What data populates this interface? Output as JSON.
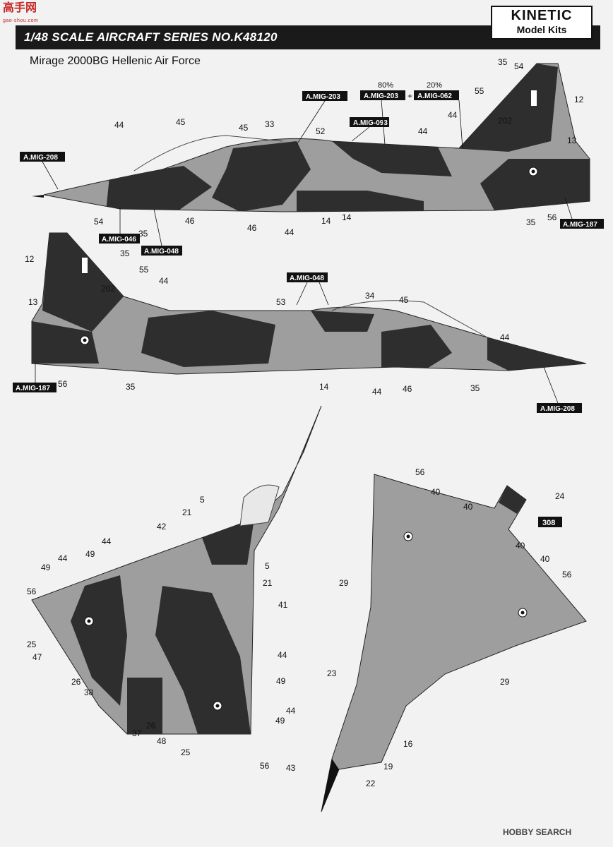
{
  "watermark": {
    "text": "高手网",
    "sub": "gao-shou.com"
  },
  "header": {
    "series": "1/48 SCALE AIRCRAFT SERIES NO.K48120",
    "brand": "KINETIC",
    "brand_sub": "Model Kits"
  },
  "subtitle": "Mirage 2000BG Hellenic Air Force",
  "colors": {
    "dark": "#2b2b2b",
    "medium": "#7d7d7d",
    "light": "#a6a6a6",
    "band": "#1a1a1a"
  },
  "side1": {
    "tags": {
      "t203a": "A.MIG-203",
      "t203b": "A.MIG-203",
      "t062": "A.MIG-062",
      "t093": "A.MIG-093",
      "t208": "A.MIG-208",
      "t046": "A.MIG-046",
      "t048": "A.MIG-048",
      "t187": "A.MIG-187"
    },
    "pct80": "80%",
    "pct20": "20%",
    "plus": "+",
    "code": "202",
    "nums": {
      "n35a": "35",
      "n54": "54",
      "n55": "55",
      "n12": "12",
      "n44a": "44",
      "n44b": "44",
      "n13": "13",
      "n44c": "44",
      "n45a": "45",
      "n45b": "45",
      "n33": "33",
      "n52": "52",
      "n56": "56",
      "n35b": "35",
      "n46a": "46",
      "n46b": "46",
      "n44d": "44",
      "n14a": "14",
      "n14b": "14",
      "n35c": "35"
    }
  },
  "side2": {
    "tags": {
      "t048": "A.MIG-048",
      "t187": "A.MIG-187",
      "t208": "A.MIG-208"
    },
    "code": "202",
    "nums": {
      "n54": "54",
      "n12": "12",
      "n35a": "35",
      "n55": "55",
      "n44a": "44",
      "n13": "13",
      "n53": "53",
      "n34": "34",
      "n45": "45",
      "n44b": "44",
      "n56": "56",
      "n35b": "35",
      "n14": "14",
      "n44c": "44",
      "n46": "46",
      "n35c": "35"
    }
  },
  "top_view": {
    "nums": {
      "n5a": "5",
      "n21a": "21",
      "n42": "42",
      "n44a": "44",
      "n49a": "49",
      "n44b": "44",
      "n49b": "49",
      "n56a": "56",
      "n5b": "5",
      "n21b": "21",
      "n41": "41",
      "n25a": "25",
      "n47": "47",
      "n44c": "44",
      "n26a": "26",
      "n38": "38",
      "n49c": "49",
      "n44d": "44",
      "n49d": "49",
      "n37": "37",
      "n26b": "26",
      "n48": "48",
      "n25b": "25",
      "n56b": "56"
    }
  },
  "bottom_view": {
    "serial": "308",
    "nums": {
      "n56a": "56",
      "n40a": "40",
      "n40b": "40",
      "n24": "24",
      "n40c": "40",
      "n40d": "40",
      "n56b": "56",
      "n29a": "29",
      "n29b": "29",
      "n23": "23",
      "n16": "16",
      "n43": "43",
      "n19": "19",
      "n22": "22"
    }
  },
  "footer": "HOBBY SEARCH"
}
